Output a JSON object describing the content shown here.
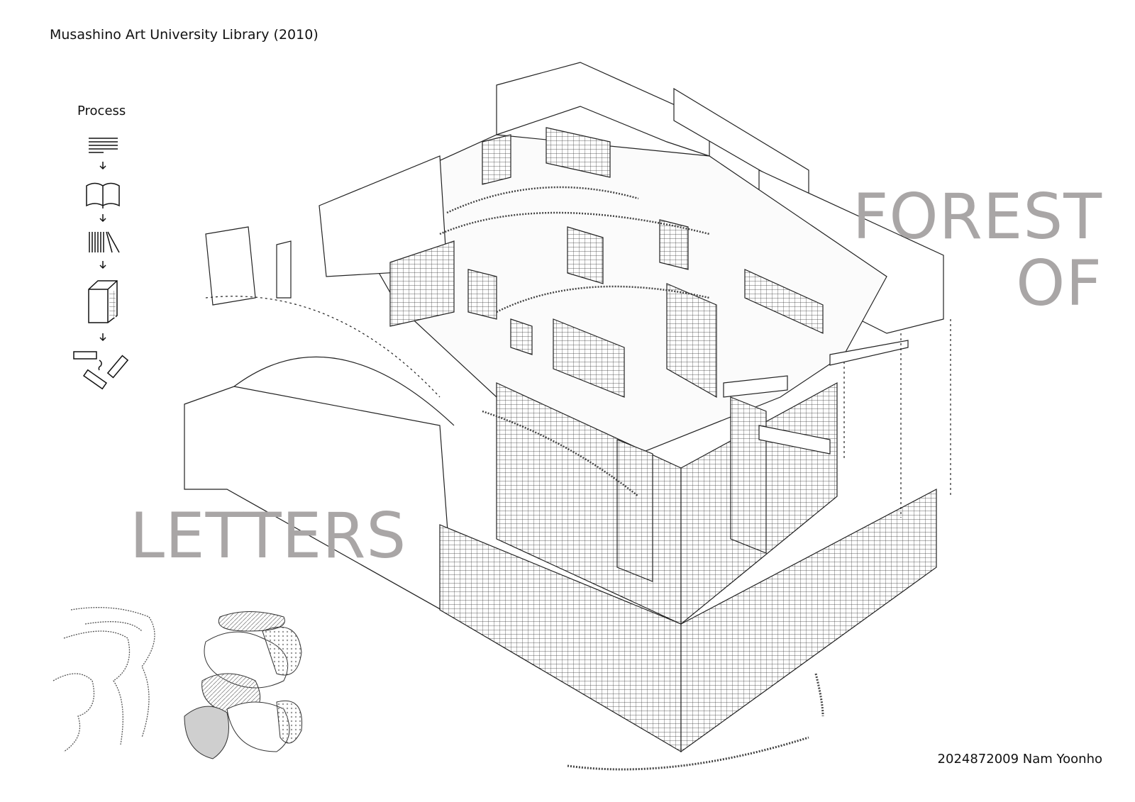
{
  "header": {
    "title": "Musashino Art University Library (2010)"
  },
  "process": {
    "label": "Process",
    "steps": [
      {
        "icon": "text-lines-icon"
      },
      {
        "icon": "open-book-icon"
      },
      {
        "icon": "book-spines-icon"
      },
      {
        "icon": "bookshelf-icon"
      },
      {
        "icon": "scattered-shelves-icon"
      }
    ]
  },
  "headline": {
    "line1": "FOREST",
    "line2": "OF",
    "line3": "LETTERS"
  },
  "footer": {
    "author": "2024872009 Nam Yoonho"
  },
  "colors": {
    "headline": "#a9a6a6",
    "line": "#222222",
    "shade": "#cfcfcf"
  }
}
